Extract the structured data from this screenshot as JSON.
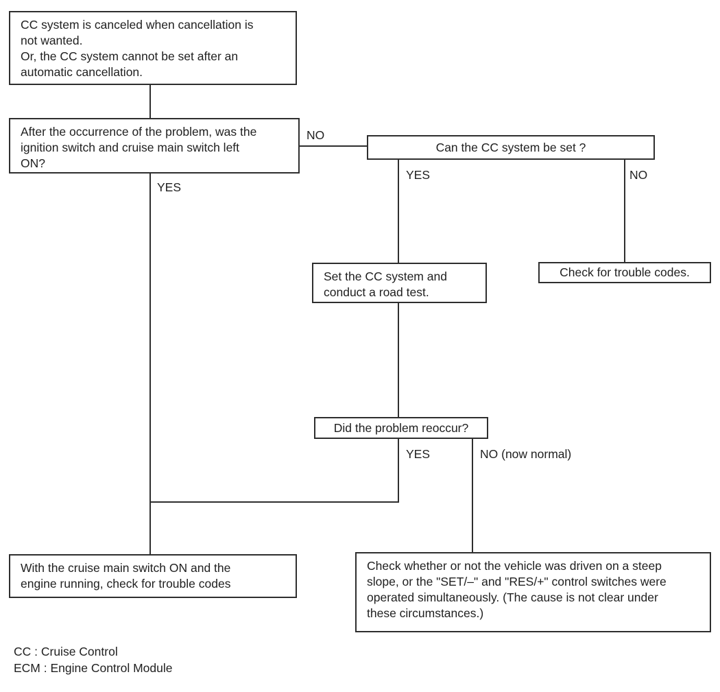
{
  "colors": {
    "ink": "#1f1f1f",
    "line": "#2e2e2e",
    "bg": "#ffffff"
  },
  "nodes": {
    "symptom": {
      "text": "CC system is canceled when cancellation is\nnot wanted.\nOr, the CC system cannot be set after an\nautomatic cancellation."
    },
    "ignition_question": {
      "text": "After the occurrence of the problem, was the\nignition switch and cruise main switch left\nON?"
    },
    "can_set": {
      "text": "Can the CC system be set ?"
    },
    "road_test": {
      "text": "Set the CC system and\nconduct a road test."
    },
    "trouble_codes": {
      "text": "Check for trouble codes."
    },
    "reoccur": {
      "text": "Did the problem reoccur?"
    },
    "main_trouble_codes": {
      "text": "With the cruise main switch ON and the\nengine running, check for trouble codes"
    },
    "steep_slope": {
      "text": "Check whether or not the vehicle was driven on a steep\nslope, or the \"SET/–\" and \"RES/+\" control switches were\noperated simultaneously. (The cause is not clear under\nthese circumstances.)"
    }
  },
  "branch_labels": {
    "no_ignition": "NO",
    "yes_ignition": "YES",
    "yes_can_set": "YES",
    "no_can_set": "NO",
    "yes_reoccur": "YES",
    "no_reoccur": "NO (now normal)"
  },
  "legend": {
    "cc": "CC : Cruise Control",
    "ecm": "ECM : Engine Control Module"
  }
}
